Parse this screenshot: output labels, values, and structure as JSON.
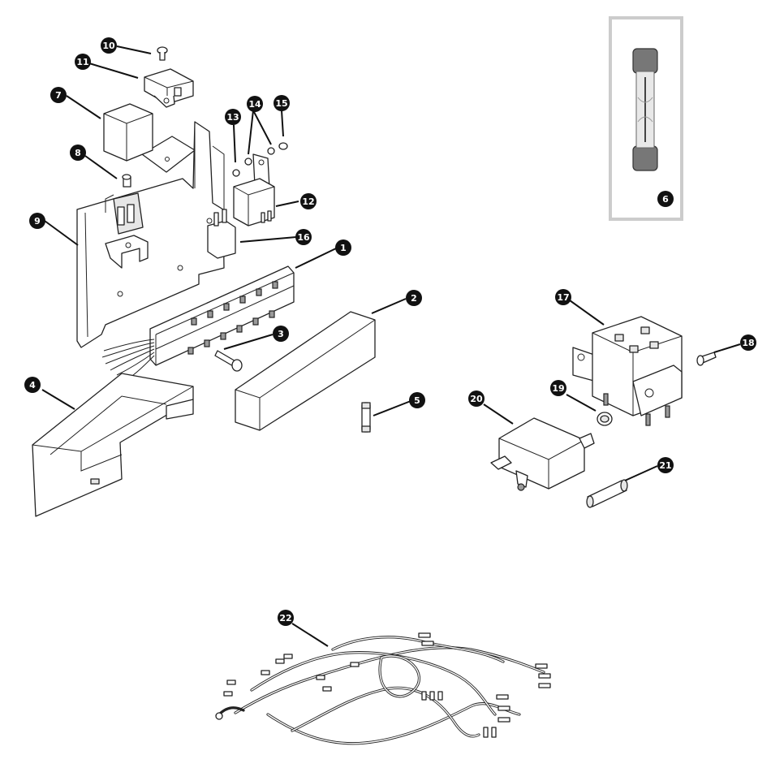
{
  "diagram": {
    "callouts": [
      {
        "id": "1",
        "label": "1"
      },
      {
        "id": "2",
        "label": "2"
      },
      {
        "id": "3",
        "label": "3"
      },
      {
        "id": "4",
        "label": "4"
      },
      {
        "id": "5",
        "label": "5"
      },
      {
        "id": "6",
        "label": "6"
      },
      {
        "id": "7",
        "label": "7"
      },
      {
        "id": "8",
        "label": "8"
      },
      {
        "id": "9",
        "label": "9"
      },
      {
        "id": "10",
        "label": "10"
      },
      {
        "id": "11",
        "label": "11"
      },
      {
        "id": "12",
        "label": "12"
      },
      {
        "id": "13",
        "label": "13"
      },
      {
        "id": "14",
        "label": "14"
      },
      {
        "id": "15",
        "label": "15"
      },
      {
        "id": "16",
        "label": "16"
      },
      {
        "id": "17",
        "label": "17"
      },
      {
        "id": "18",
        "label": "18"
      },
      {
        "id": "19",
        "label": "19"
      },
      {
        "id": "20",
        "label": "20"
      },
      {
        "id": "21",
        "label": "21"
      },
      {
        "id": "22",
        "label": "22"
      }
    ],
    "colors": {
      "callout_fill": "#111111",
      "callout_text": "#ffffff",
      "line": "#222222",
      "fuse_frame": "#cccccc"
    }
  }
}
